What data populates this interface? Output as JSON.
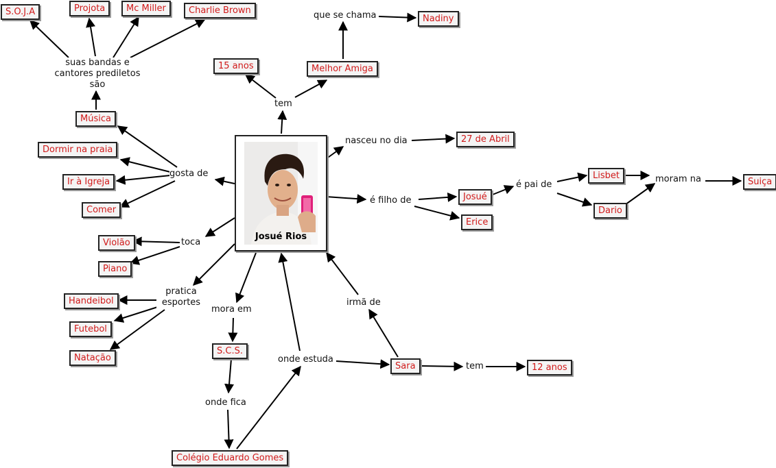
{
  "center": {
    "label": "Josué Rios"
  },
  "concepts": {
    "soja": "S.O.J.A",
    "projota": "Projota",
    "mcmiller": "Mc Miller",
    "charlie": "Charlie Brown",
    "musica": "Música",
    "dormir": "Dormir na praia",
    "igreja": "Ir à Igreja",
    "comer": "Comer",
    "violao": "Violão",
    "piano": "Piano",
    "handebol": "Handeibol",
    "futebol": "Futebol",
    "natacao": "Natação",
    "scs": "S.C.S.",
    "colegio": "Colégio Eduardo Gomes",
    "anos15": "15 anos",
    "melhor": "Melhor Amiga",
    "nadiny": "Nadiny",
    "abril": "27 de Abril",
    "josue": "Josué",
    "erice": "Erice",
    "lisbet": "Lisbet",
    "dario": "Dario",
    "suica": "Suiça",
    "sara": "Sara",
    "anos12": "12 anos"
  },
  "links": {
    "bandas": "suas bandas e cantores prediletos são",
    "gosta": "gosta de",
    "toca": "toca",
    "pratica": "pratica esportes",
    "mora": "mora em",
    "fica": "onde fica",
    "estuda": "onde estuda",
    "irma": "irmã de",
    "temsara": "tem",
    "tem": "tem",
    "chama": "que se chama",
    "nasceu": "nasceu no dia",
    "filho": "é filho de",
    "pai": "é pai de",
    "moram": "moram na"
  }
}
